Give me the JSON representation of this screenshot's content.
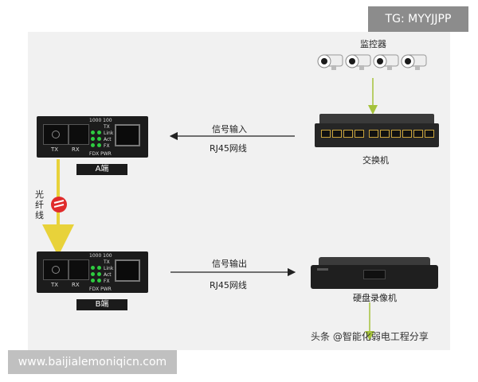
{
  "watermark_top": "TG: MYYJJPP",
  "watermark_bottom": "www.baijialemoniqicn.com",
  "watermark_author": "头条 @智能化弱电工程分享",
  "devices": {
    "cameras_label": "监控器",
    "switch_label": "交换机",
    "nvr_label": "硬盘录像机",
    "converter_a_tag": "A端",
    "converter_b_tag": "B端"
  },
  "converter_labels": {
    "tx": "TX",
    "rx": "RX",
    "speed": "1000 100",
    "led_tx": "TX",
    "led_link": "Link",
    "led_act": "Act",
    "led_fx": "FX",
    "fdx_pwr": "FDX PWR"
  },
  "links": {
    "input_label": "信号输入",
    "input_cable": "RJ45网线",
    "output_label": "信号输出",
    "output_cable": "RJ45网线",
    "fiber_label": "光纤线"
  },
  "colors": {
    "signal_line": "#a5c23b",
    "fiber": "#e8d23a",
    "fiber_badge": "#e02b2b",
    "arrow": "#222222",
    "panel": "#f1f1f1"
  }
}
